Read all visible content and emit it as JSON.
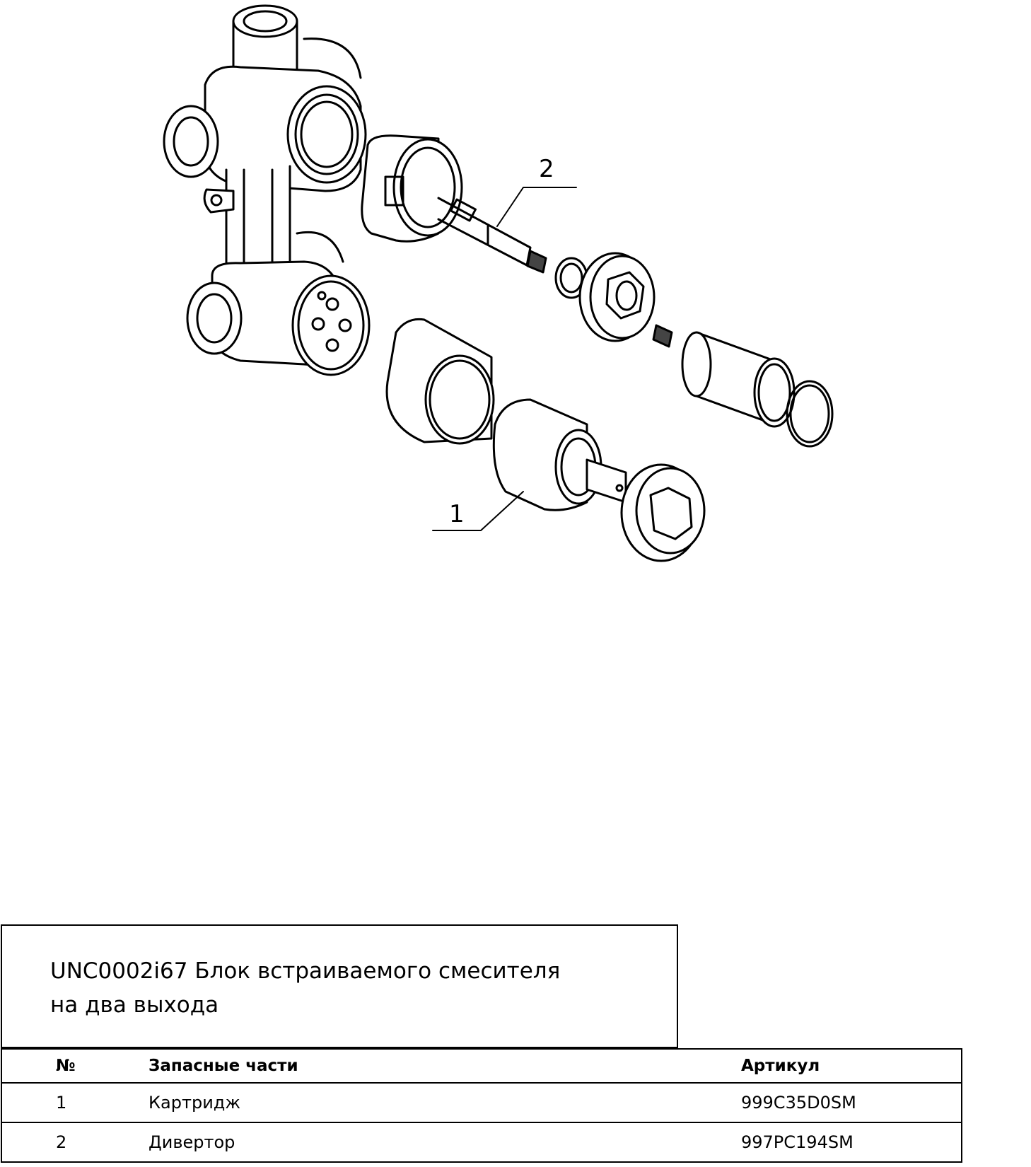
{
  "callouts": {
    "c1": "1",
    "c2": "2"
  },
  "title": "UNC0002i67 Блок встраиваемого смесителя\nна два выхода",
  "table": {
    "headers": {
      "no": "№",
      "name": "Запасные части",
      "article": "Артикул"
    },
    "rows": [
      {
        "no": "1",
        "name": "Картридж",
        "article": "999C35D0SM"
      },
      {
        "no": "2",
        "name": "Дивертор",
        "article": "997PC194SM"
      }
    ]
  }
}
